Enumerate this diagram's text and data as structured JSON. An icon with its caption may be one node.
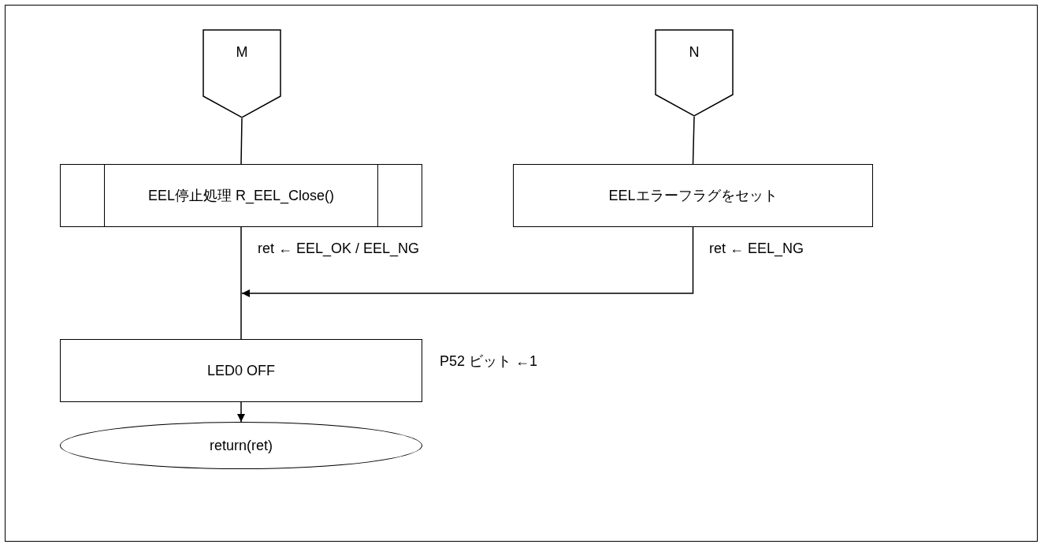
{
  "diagram": {
    "nodes": [
      {
        "text": [
          "M"
        ]
      },
      {
        "text": [
          "N"
        ]
      },
      {
        "text": [
          "EEL停止処理 R_EEL_Close()"
        ]
      },
      {
        "text": [
          "EELエラーフラグをセット"
        ]
      },
      {
        "text": [
          "LED0 OFF"
        ],
        "beside": [
          "P52 ビット ←1"
        ]
      },
      {
        "text": [
          "return(ret)"
        ]
      }
    ],
    "edges": [
      {
        "from": 0,
        "to": 2,
        "arrow": "none"
      },
      {
        "from": 1,
        "to": 3,
        "arrow": "none"
      },
      {
        "from": 2,
        "to": 4,
        "arrow": "none",
        "label": "ret ← EEL_OK / EEL_NG"
      },
      {
        "from": 3,
        "to": 4,
        "arrow": "to",
        "label": "ret ← EEL_NG"
      },
      {
        "from": 4,
        "to": 5,
        "arrow": "to"
      }
    ]
  }
}
